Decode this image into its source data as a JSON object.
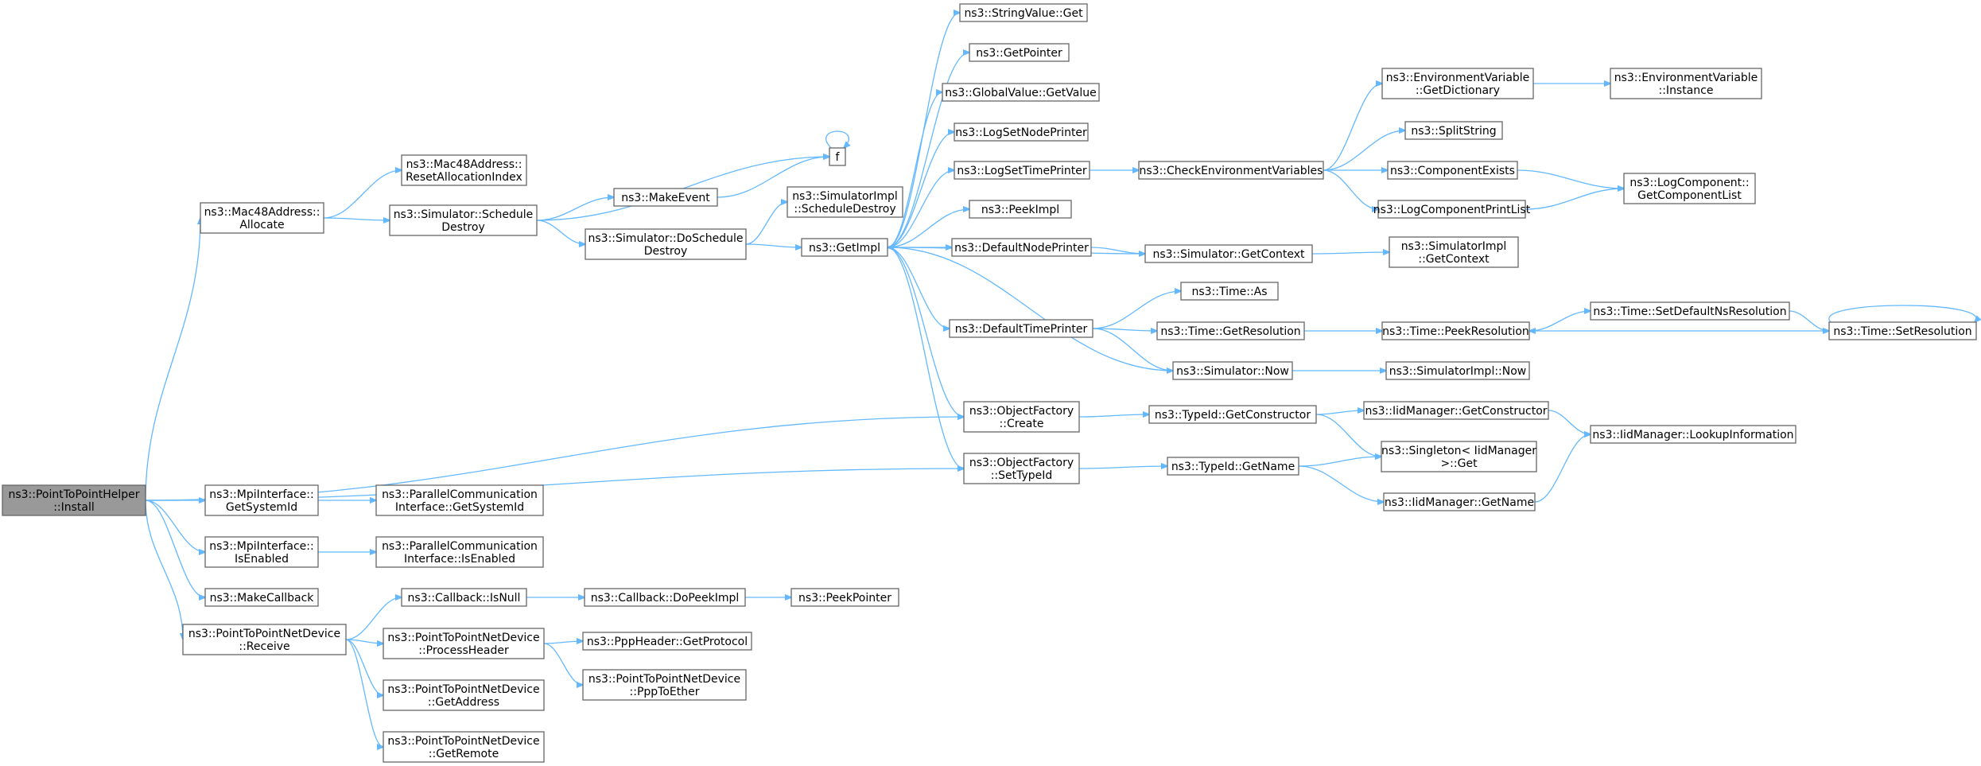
{
  "colors": {
    "edge": "#63b8ff",
    "node_border": "#666666",
    "node_fill": "#ffffff",
    "root_fill": "#999999"
  },
  "nodes": [
    {
      "id": "root",
      "lines": [
        "ns3::PointToPointHelper",
        "::Install"
      ],
      "root": true
    },
    {
      "id": "mac_alloc",
      "lines": [
        "ns3::Mac48Address::",
        "Allocate"
      ]
    },
    {
      "id": "mac_reset",
      "lines": [
        "ns3::Mac48Address::",
        "ResetAllocationIndex"
      ]
    },
    {
      "id": "sim_sched",
      "lines": [
        "ns3::Simulator::Schedule",
        "Destroy"
      ]
    },
    {
      "id": "f",
      "lines": [
        "f"
      ]
    },
    {
      "id": "makeevent",
      "lines": [
        "ns3::MakeEvent"
      ]
    },
    {
      "id": "sim_dosched",
      "lines": [
        "ns3::Simulator::DoSchedule",
        "Destroy"
      ]
    },
    {
      "id": "simimpl_sched",
      "lines": [
        "ns3::SimulatorImpl",
        "::ScheduleDestroy"
      ]
    },
    {
      "id": "getimpl",
      "lines": [
        "ns3::GetImpl"
      ]
    },
    {
      "id": "strval",
      "lines": [
        "ns3::StringValue::Get"
      ]
    },
    {
      "id": "getpointer",
      "lines": [
        "ns3::GetPointer"
      ]
    },
    {
      "id": "globalval",
      "lines": [
        "ns3::GlobalValue::GetValue"
      ]
    },
    {
      "id": "logsetnode",
      "lines": [
        "ns3::LogSetNodePrinter"
      ]
    },
    {
      "id": "logsettime",
      "lines": [
        "ns3::LogSetTimePrinter"
      ]
    },
    {
      "id": "peekimpl",
      "lines": [
        "ns3::PeekImpl"
      ]
    },
    {
      "id": "defnode",
      "lines": [
        "ns3::DefaultNodePrinter"
      ]
    },
    {
      "id": "deftime",
      "lines": [
        "ns3::DefaultTimePrinter"
      ]
    },
    {
      "id": "checkenv",
      "lines": [
        "ns3::CheckEnvironmentVariables"
      ]
    },
    {
      "id": "envdict",
      "lines": [
        "ns3::EnvironmentVariable",
        "::GetDictionary"
      ]
    },
    {
      "id": "envinst",
      "lines": [
        "ns3::EnvironmentVariable",
        "::Instance"
      ]
    },
    {
      "id": "splitstr",
      "lines": [
        "ns3::SplitString"
      ]
    },
    {
      "id": "compexists",
      "lines": [
        "ns3::ComponentExists"
      ]
    },
    {
      "id": "logcomplist",
      "lines": [
        "ns3::LogComponentPrintList"
      ]
    },
    {
      "id": "logcompget",
      "lines": [
        "ns3::LogComponent::",
        "GetComponentList"
      ]
    },
    {
      "id": "sim_getctx",
      "lines": [
        "ns3::Simulator::GetContext"
      ]
    },
    {
      "id": "simimpl_ctx",
      "lines": [
        "ns3::SimulatorImpl",
        "::GetContext"
      ]
    },
    {
      "id": "time_as",
      "lines": [
        "ns3::Time::As"
      ]
    },
    {
      "id": "time_getres",
      "lines": [
        "ns3::Time::GetResolution"
      ]
    },
    {
      "id": "time_peekres",
      "lines": [
        "ns3::Time::PeekResolution"
      ]
    },
    {
      "id": "time_setdefns",
      "lines": [
        "ns3::Time::SetDefaultNsResolution"
      ]
    },
    {
      "id": "time_setres",
      "lines": [
        "ns3::Time::SetResolution"
      ]
    },
    {
      "id": "sim_now",
      "lines": [
        "ns3::Simulator::Now"
      ]
    },
    {
      "id": "simimpl_now",
      "lines": [
        "ns3::SimulatorImpl::Now"
      ]
    },
    {
      "id": "objf_create",
      "lines": [
        "ns3::ObjectFactory",
        "::Create"
      ]
    },
    {
      "id": "typeid_getctor",
      "lines": [
        "ns3::TypeId::GetConstructor"
      ]
    },
    {
      "id": "iid_getctor",
      "lines": [
        "ns3::IidManager::GetConstructor"
      ]
    },
    {
      "id": "iid_lookup",
      "lines": [
        "ns3::IidManager::LookupInformation"
      ]
    },
    {
      "id": "singleton",
      "lines": [
        "ns3::Singleton< IidManager",
        ">::Get"
      ]
    },
    {
      "id": "objf_settype",
      "lines": [
        "ns3::ObjectFactory",
        "::SetTypeId"
      ]
    },
    {
      "id": "typeid_getname",
      "lines": [
        "ns3::TypeId::GetName"
      ]
    },
    {
      "id": "iid_getname",
      "lines": [
        "ns3::IidManager::GetName"
      ]
    },
    {
      "id": "mpi_sysid",
      "lines": [
        "ns3::MpiInterface::",
        "GetSystemId"
      ]
    },
    {
      "id": "pci_sysid",
      "lines": [
        "ns3::ParallelCommunication",
        "Interface::GetSystemId"
      ]
    },
    {
      "id": "mpi_enabled",
      "lines": [
        "ns3::MpiInterface::",
        "IsEnabled"
      ]
    },
    {
      "id": "pci_enabled",
      "lines": [
        "ns3::ParallelCommunication",
        "Interface::IsEnabled"
      ]
    },
    {
      "id": "makecallback",
      "lines": [
        "ns3::MakeCallback"
      ]
    },
    {
      "id": "p2p_receive",
      "lines": [
        "ns3::PointToPointNetDevice",
        "::Receive"
      ]
    },
    {
      "id": "cb_isnull",
      "lines": [
        "ns3::Callback::IsNull"
      ]
    },
    {
      "id": "cb_dopeek",
      "lines": [
        "ns3::Callback::DoPeekImpl"
      ]
    },
    {
      "id": "peekpointer",
      "lines": [
        "ns3::PeekPointer"
      ]
    },
    {
      "id": "p2p_procheader",
      "lines": [
        "ns3::PointToPointNetDevice",
        "::ProcessHeader"
      ]
    },
    {
      "id": "ppp_getproto",
      "lines": [
        "ns3::PppHeader::GetProtocol"
      ]
    },
    {
      "id": "p2p_ppptoether",
      "lines": [
        "ns3::PointToPointNetDevice",
        "::PppToEther"
      ]
    },
    {
      "id": "p2p_getaddr",
      "lines": [
        "ns3::PointToPointNetDevice",
        "::GetAddress"
      ]
    },
    {
      "id": "p2p_getremote",
      "lines": [
        "ns3::PointToPointNetDevice",
        "::GetRemote"
      ]
    }
  ]
}
